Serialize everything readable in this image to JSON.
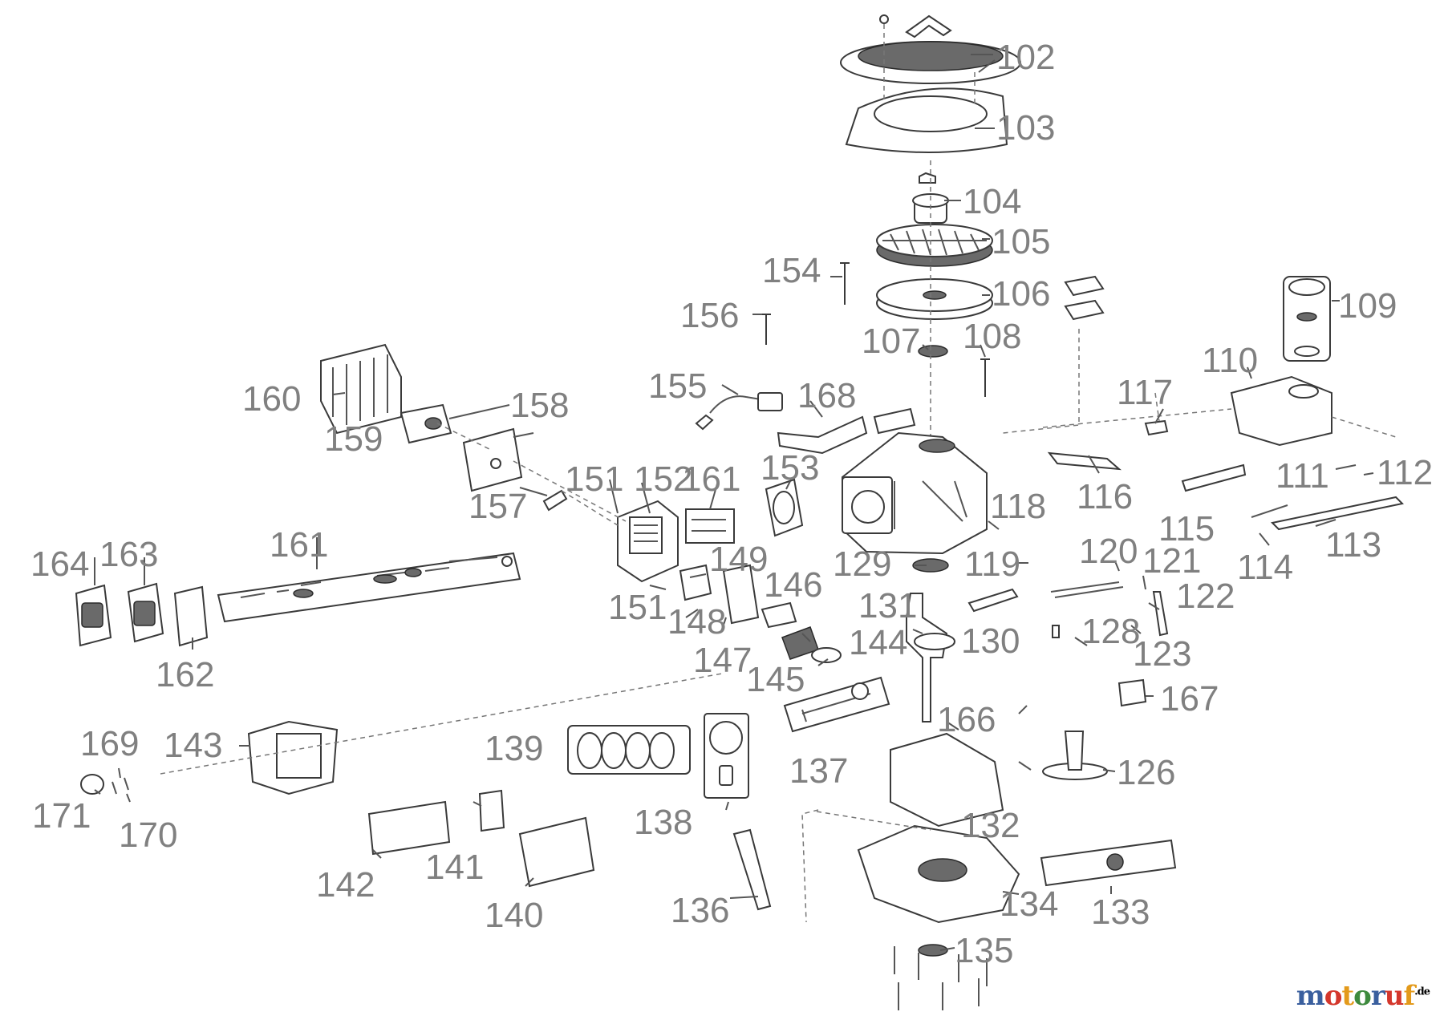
{
  "diagram": {
    "callouts": {
      "c102": "102",
      "c103": "103",
      "c104": "104",
      "c105": "105",
      "c106": "106",
      "c107": "107",
      "c108": "108",
      "c109": "109",
      "c110": "110",
      "c111": "111",
      "c112": "112",
      "c113": "113",
      "c114": "114",
      "c115": "115",
      "c116": "116",
      "c117": "117",
      "c118": "118",
      "c119": "119",
      "c120": "120",
      "c121": "121",
      "c122": "122",
      "c123": "123",
      "c126": "126",
      "c128": "128",
      "c129": "129",
      "c130": "130",
      "c131": "131",
      "c132": "132",
      "c133": "133",
      "c134": "134",
      "c135": "135",
      "c136": "136",
      "c137": "137",
      "c138": "138",
      "c139": "139",
      "c140": "140",
      "c141": "141",
      "c142": "142",
      "c143": "143",
      "c144": "144",
      "c145": "145",
      "c146": "146",
      "c147": "147",
      "c148": "148",
      "c149": "149",
      "c151a": "151",
      "c151b": "151",
      "c152": "152",
      "c153": "153",
      "c154": "154",
      "c155": "155",
      "c156": "156",
      "c157": "157",
      "c158": "158",
      "c159": "159",
      "c160": "160",
      "c161a": "161",
      "c161b": "161",
      "c162": "162",
      "c163": "163",
      "c164": "164",
      "c166": "166",
      "c167": "167",
      "c168": "168",
      "c169": "169",
      "c170": "170",
      "c171": "171"
    }
  },
  "watermark": {
    "brand": "motoruf",
    "suffix": ".de",
    "colors": {
      "m": "#3a5f9e",
      "o1": "#d4372c",
      "t": "#e39a1b",
      "o2": "#3d8a3d",
      "r": "#3a5f9e",
      "u": "#d4372c",
      "f": "#e39a1b"
    }
  }
}
